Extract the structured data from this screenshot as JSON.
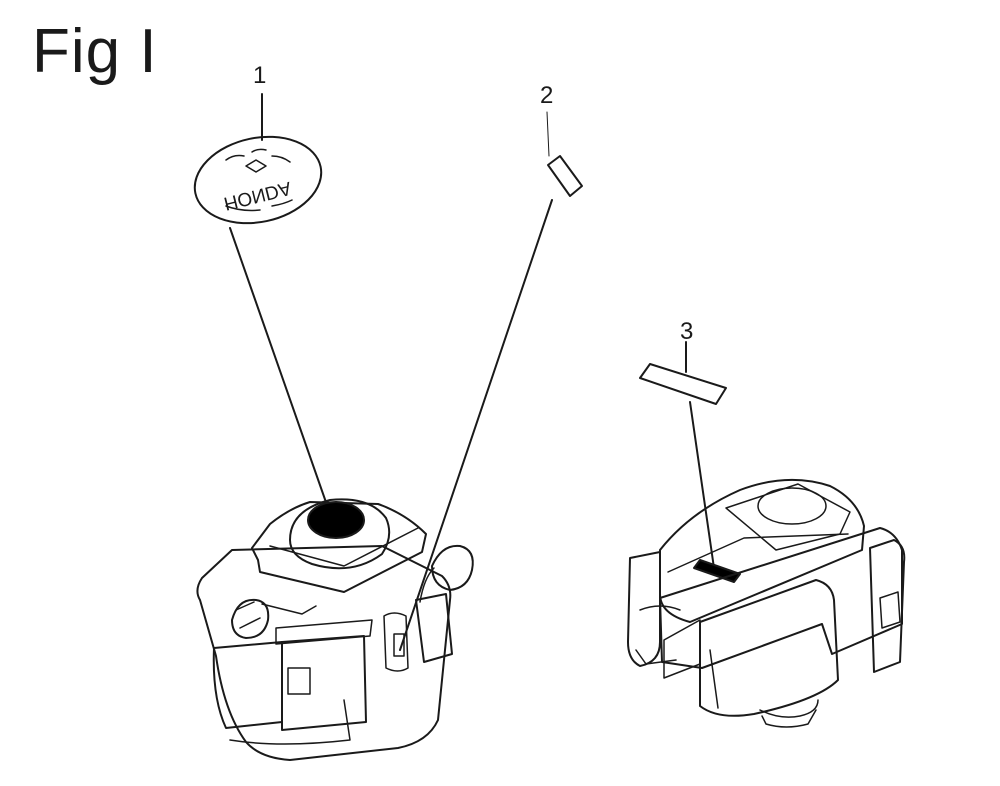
{
  "figure": {
    "title": "Fig I"
  },
  "callouts": [
    {
      "id": "1",
      "label": "1"
    },
    {
      "id": "2",
      "label": "2"
    },
    {
      "id": "3",
      "label": "3"
    }
  ],
  "decal1": {
    "text": "HONDA"
  },
  "colors": {
    "ink": "#1a1a1a",
    "paper": "#ffffff",
    "fill": "#000000"
  }
}
